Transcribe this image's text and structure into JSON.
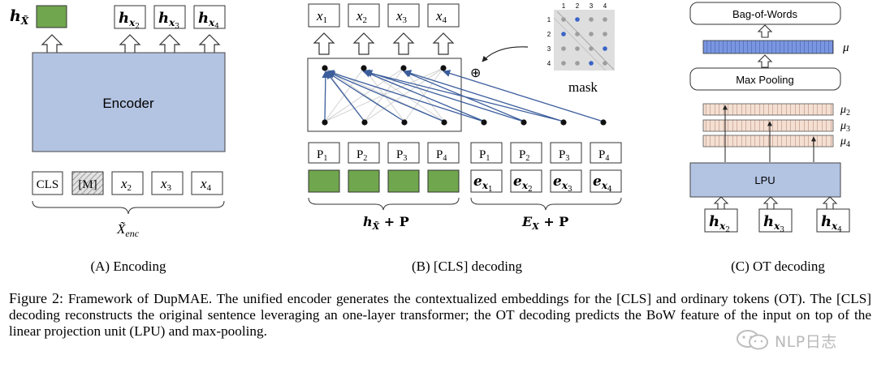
{
  "panelA": {
    "h_label": "h",
    "h_sub": "X̃",
    "encoder_label": "Encoder",
    "out_tokens": [
      {
        "base": "h",
        "sub": "x",
        "subsub": "2"
      },
      {
        "base": "h",
        "sub": "x",
        "subsub": "3"
      },
      {
        "base": "h",
        "sub": "x",
        "subsub": "4"
      }
    ],
    "cls_token": "CLS",
    "mask_token": "[M]",
    "in_tokens": [
      {
        "base": "x",
        "sub": "2"
      },
      {
        "base": "x",
        "sub": "3"
      },
      {
        "base": "x",
        "sub": "4"
      }
    ],
    "brace_label": "X̃",
    "brace_sub": "enc",
    "caption": "(A) Encoding"
  },
  "panelB": {
    "out_tokens": [
      {
        "base": "x",
        "sub": "1"
      },
      {
        "base": "x",
        "sub": "2"
      },
      {
        "base": "x",
        "sub": "3"
      },
      {
        "base": "x",
        "sub": "4"
      }
    ],
    "mask_label": "mask",
    "mask_axis": [
      "1",
      "2",
      "3",
      "4"
    ],
    "plus_symbol": "⊕",
    "pos_labels_left": [
      {
        "base": "P",
        "sub": "1"
      },
      {
        "base": "P",
        "sub": "2"
      },
      {
        "base": "P",
        "sub": "3"
      },
      {
        "base": "P",
        "sub": "4"
      }
    ],
    "pos_labels_right": [
      {
        "base": "P",
        "sub": "1"
      },
      {
        "base": "P",
        "sub": "2"
      },
      {
        "base": "P",
        "sub": "3"
      },
      {
        "base": "P",
        "sub": "4"
      }
    ],
    "emb_tokens": [
      {
        "base": "e",
        "sub": "x",
        "subsub": "1"
      },
      {
        "base": "e",
        "sub": "x",
        "subsub": "2"
      },
      {
        "base": "e",
        "sub": "x",
        "subsub": "3"
      },
      {
        "base": "e",
        "sub": "x",
        "subsub": "4"
      }
    ],
    "brace_left_h": "h",
    "brace_left_sub": "X̃",
    "brace_left_rest": " + P",
    "brace_right_E": "E",
    "brace_right_sub": "X",
    "brace_right_rest": " + P",
    "caption": "(B) [CLS] decoding"
  },
  "panelC": {
    "bow_label": "Bag-of-Words",
    "mu_label": "μ",
    "maxpool_label": "Max Pooling",
    "mu_rows": [
      {
        "base": "μ",
        "sub": "2"
      },
      {
        "base": "μ",
        "sub": "3"
      },
      {
        "base": "μ",
        "sub": "4"
      }
    ],
    "lpu_label": "LPU",
    "in_tokens": [
      {
        "base": "h",
        "sub": "x",
        "subsub": "2"
      },
      {
        "base": "h",
        "sub": "x",
        "subsub": "3"
      },
      {
        "base": "h",
        "sub": "x",
        "subsub": "4"
      }
    ],
    "caption": "(C) OT decoding"
  },
  "colors": {
    "encoder_fill": "#b3c3e2",
    "green_fill": "#70a64e",
    "mu_fill": "#7a96e0",
    "mu_stripe_fill": "#f4dfd2",
    "blue_arrow": "#3b5d9c",
    "mask_blue_dot": "#3a63c6"
  },
  "caption": {
    "label": "Figure 2:",
    "text": " Framework of DupMAE. The unified encoder generates the contextualized embeddings for the [CLS] and ordinary tokens (OT). The [CLS] decoding reconstructs the original sentence leveraging an one-layer transformer; the OT decoding predicts the BoW feature of the input on top of the linear projection unit (LPU) and max-pooling."
  },
  "watermark": "NLP日志"
}
